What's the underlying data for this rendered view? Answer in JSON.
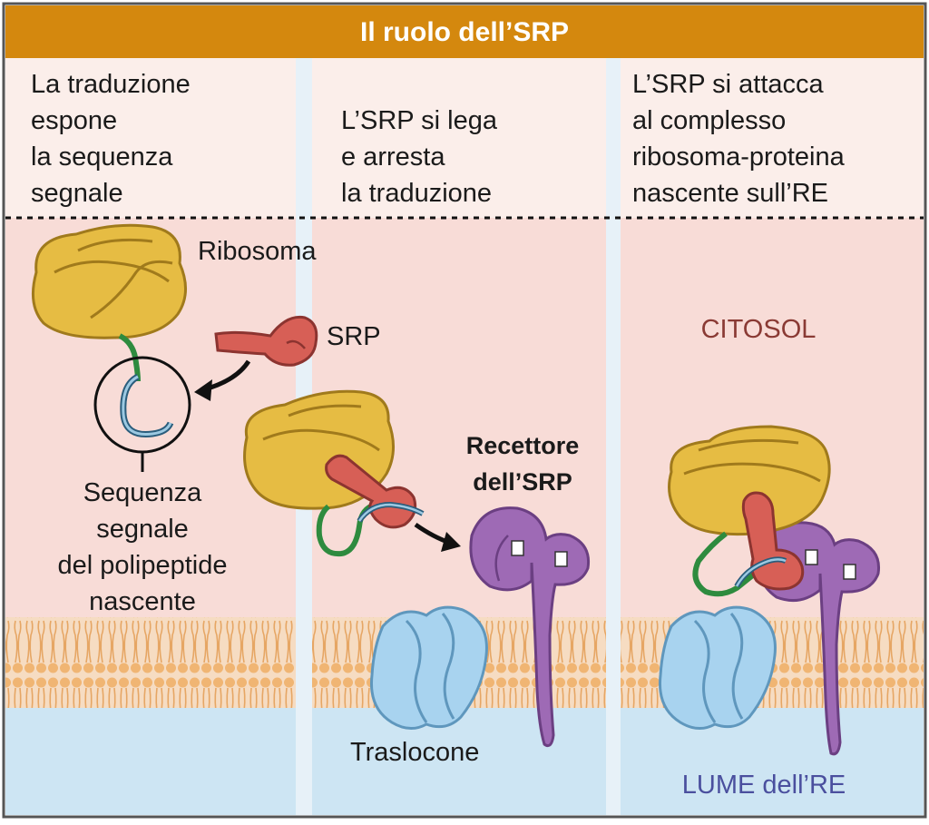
{
  "title": "Il ruolo dell’SRP",
  "panels": [
    {
      "caption": [
        "La traduzione",
        "espone",
        "la sequenza",
        "segnale"
      ]
    },
    {
      "caption": [
        "L’SRP si lega",
        "e arresta",
        "la traduzione"
      ]
    },
    {
      "caption": [
        "L’SRP si attacca",
        "al complesso",
        "ribosoma-proteina",
        "nascente sull’RE"
      ]
    }
  ],
  "labels": {
    "ribosome": "Ribosoma",
    "srp": "SRP",
    "signal_sequence": [
      "Sequenza",
      "segnale",
      "del polipeptide",
      "nascente"
    ],
    "srp_receptor": [
      "Recettore",
      "dell’SRP"
    ],
    "translocon": "Traslocone",
    "cytosol": "CITOSOL",
    "er_lumen": "LUME dell’RE"
  },
  "colors": {
    "header": "#d4880e",
    "caption_bg": "#fbeeea",
    "cytosol": "#f8dcd7",
    "lumen": "#cde5f3",
    "divider": "#e7f1f8",
    "ribosome": "#e6bc43",
    "srp": "#d75f56",
    "receptor": "#9e6ab5",
    "translocon": "#a8d3ef",
    "peptide": "#3a9a4a",
    "signal": "#4f94b8",
    "cytosol_text": "#8a3a34",
    "lumen_text": "#4a4f9e"
  }
}
